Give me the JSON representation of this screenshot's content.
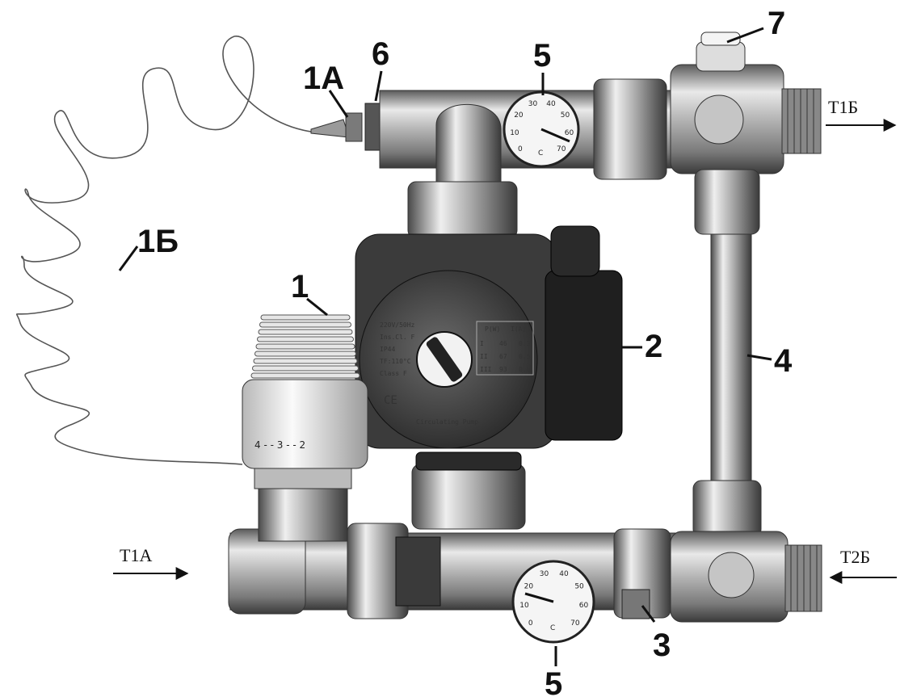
{
  "callouts": {
    "c1A": "1А",
    "c6": "6",
    "c5top": "5",
    "c7": "7",
    "c1B": "1Б",
    "c1": "1",
    "c2": "2",
    "c4": "4",
    "c3": "3",
    "c5bot": "5"
  },
  "flows": {
    "t1a": "T1A",
    "t1b": "T1Б",
    "t2b": "T2Б"
  },
  "gauge_top": {
    "unit": "C",
    "ticks": [
      "0",
      "10",
      "20",
      "30",
      "40",
      "50",
      "60",
      "70"
    ]
  },
  "gauge_bot": {
    "unit": "C",
    "ticks": [
      "0",
      "10",
      "20",
      "30",
      "40",
      "50",
      "60",
      "70"
    ]
  },
  "pump": {
    "left_lines": [
      "220V/50Hz",
      "Ins.Cl. F",
      "IP44",
      "TF:110°C",
      "Class F"
    ],
    "table_head": [
      "P(W)",
      "I(A)"
    ],
    "table_rows": [
      [
        "I",
        "46",
        "0.3"
      ],
      [
        "II",
        "67",
        "0.5"
      ],
      [
        "III",
        "93",
        "0.6"
      ]
    ],
    "ce": "CE",
    "footer": "Circulating Pump"
  },
  "thermo_head": {
    "scale": "4 - - 3 - - 2"
  }
}
